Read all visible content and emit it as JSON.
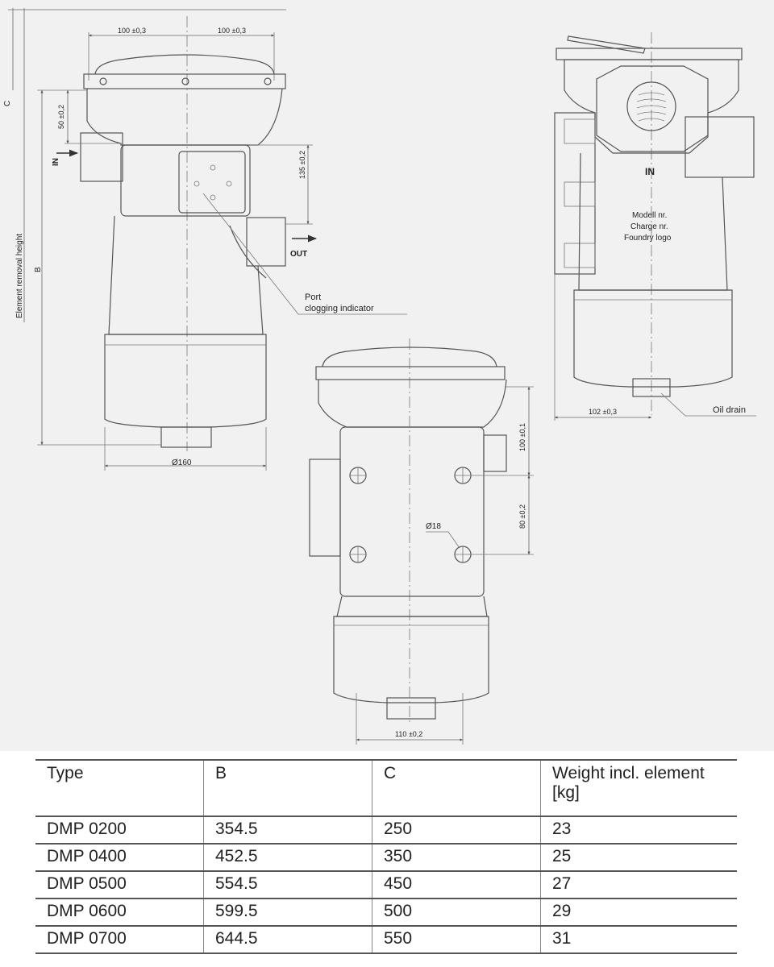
{
  "drawing": {
    "labels": {
      "dim_100_left": "100 ±0,3",
      "dim_100_right": "100 ±0,3",
      "dim_c": "C",
      "dim_50": "50 ±0,2",
      "dim_135": "135 ±0,2",
      "dim_b": "B",
      "element_removal_height": "Element removal height",
      "in_left": "IN",
      "out": "OUT",
      "port": "Port",
      "clogging_indicator": "clogging indicator",
      "dia_160": "Ø160",
      "in_right": "IN",
      "modell": "Modell nr.",
      "charge": "Charge nr.",
      "foundry": "Foundry logo",
      "dim_102": "102 ±0,3",
      "oil_drain": "Oil drain",
      "dim_100_front": "100 ±0,1",
      "dim_80": "80 ±0,2",
      "dia_18": "Ø18",
      "dim_110": "110 ±0,2"
    }
  },
  "table": {
    "headers": [
      "Type",
      "B",
      "C",
      "Weight incl. element [kg]"
    ],
    "rows": [
      [
        "DMP 0200",
        "354.5",
        "250",
        "23"
      ],
      [
        "DMP 0400",
        "452.5",
        "350",
        "25"
      ],
      [
        "DMP 0500",
        "554.5",
        "450",
        "27"
      ],
      [
        "DMP 0600",
        "599.5",
        "500",
        "29"
      ],
      [
        "DMP 0700",
        "644.5",
        "550",
        "31"
      ]
    ]
  }
}
